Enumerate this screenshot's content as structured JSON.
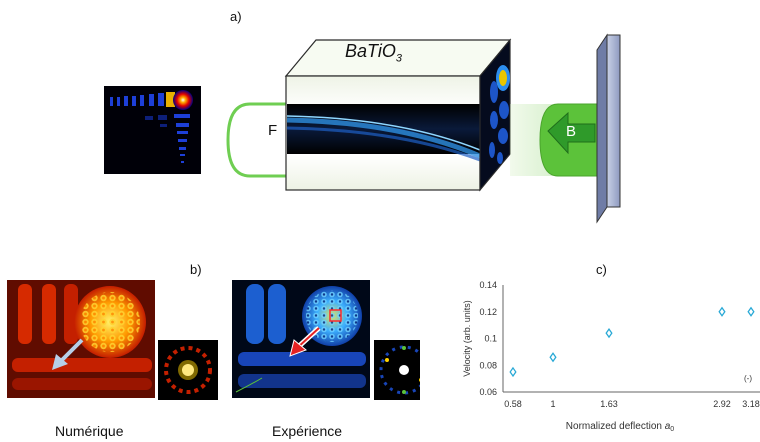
{
  "panel_a": {
    "label": "a)",
    "crystal_label": "BaTiO",
    "crystal_label_sub": "3",
    "forward_beam_label": "F",
    "backward_beam_label": "B"
  },
  "panel_b": {
    "label": "b)",
    "caption_numeric": "Numérique",
    "caption_experiment": "Expérience"
  },
  "panel_c": {
    "label": "c)",
    "edge_text": "(-)"
  },
  "colors": {
    "beam_green": "#5cc23a",
    "mirror": "#a9b4cf",
    "marker": "#29a9d6"
  },
  "chart_data": {
    "type": "scatter",
    "title": "",
    "xlabel": "Normalized deflection",
    "xlabel_symbol": "a",
    "xlabel_subscript": "0",
    "ylabel": "Velocity (arb. units)",
    "ylim": [
      0.06,
      0.14
    ],
    "yticks": [
      "0.06",
      "0.08",
      "0.1",
      "0.12",
      "0.14"
    ],
    "xticks": [
      "0.58",
      "1",
      "1.63",
      "2.92",
      "3.18"
    ],
    "x": [
      0.58,
      1,
      1.63,
      2.92,
      3.18
    ],
    "y": [
      0.075,
      0.086,
      0.104,
      0.12,
      0.12
    ],
    "marker": "diamond",
    "grid": false
  }
}
